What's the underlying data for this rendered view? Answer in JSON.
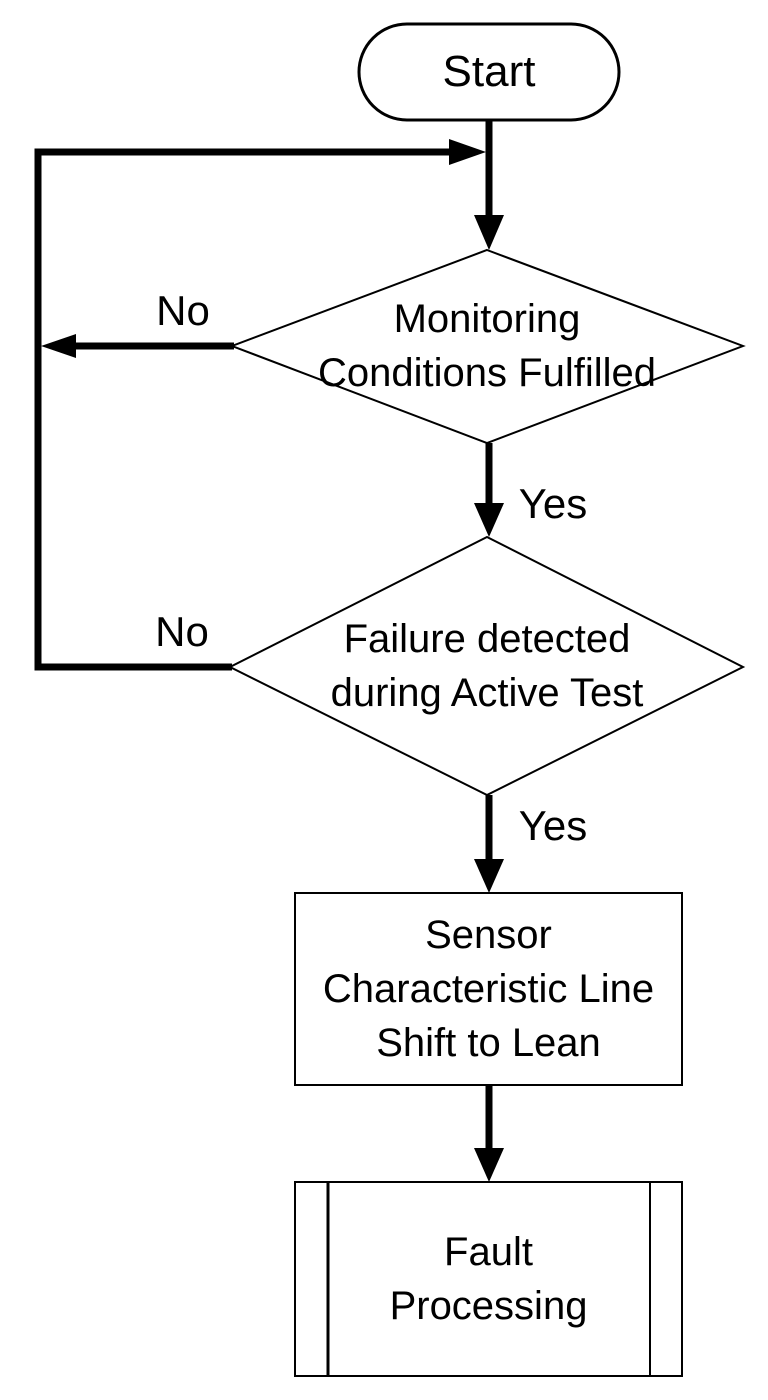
{
  "canvas": {
    "background": "#ffffff",
    "line_color": "#000000",
    "text_color": "#000000"
  },
  "nodes": {
    "start": {
      "type": "terminator",
      "label": "Start"
    },
    "monitoring_decision": {
      "type": "decision",
      "lines": [
        "Monitoring",
        "Conditions Fulfilled"
      ]
    },
    "failure_decision": {
      "type": "decision",
      "lines": [
        "Failure detected",
        "during Active Test"
      ]
    },
    "sensor_process": {
      "type": "process",
      "lines": [
        "Sensor",
        "Characteristic Line",
        "Shift to Lean"
      ]
    },
    "fault_process": {
      "type": "predefined-process",
      "lines": [
        "Fault",
        "Processing"
      ]
    }
  },
  "edge_labels": {
    "monitoring_no": "No",
    "monitoring_yes": "Yes",
    "failure_no": "No",
    "failure_yes": "Yes"
  }
}
